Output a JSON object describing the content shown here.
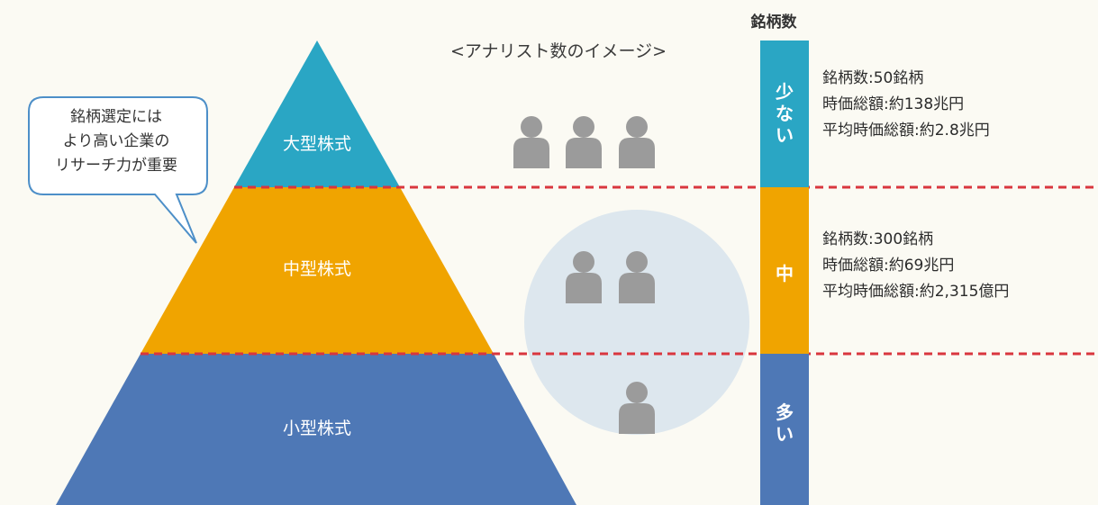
{
  "pyramid": {
    "tiers": [
      {
        "label": "大型株式",
        "color": "#2aa6c4"
      },
      {
        "label": "中型株式",
        "color": "#f0a400"
      },
      {
        "label": "小型株式",
        "color": "#4e78b6"
      }
    ]
  },
  "callout": {
    "lines": [
      "銘柄選定には",
      "より高い企業の",
      "リサーチ力が重要"
    ]
  },
  "analyst_image": {
    "title": "<アナリスト数のイメージ>",
    "people_counts": [
      3,
      2,
      1
    ],
    "icon": "person-icon",
    "icon_color": "#9b9b9b"
  },
  "count_column": {
    "header": "銘柄数",
    "segments": [
      {
        "chars": [
          "少",
          "な",
          "い"
        ],
        "color": "#2aa6c4"
      },
      {
        "chars": [
          "中"
        ],
        "color": "#f0a400"
      },
      {
        "chars": [
          "多",
          "い"
        ],
        "color": "#4e78b6"
      }
    ]
  },
  "stats": {
    "large": [
      "銘柄数:50銘柄",
      "時価総額:約138兆円",
      "平均時価総額:約2.8兆円"
    ],
    "mid": [
      "銘柄数:300銘柄",
      "時価総額:約69兆円",
      "平均時価総額:約2,315億円"
    ]
  },
  "divider_color": "#d9363e"
}
